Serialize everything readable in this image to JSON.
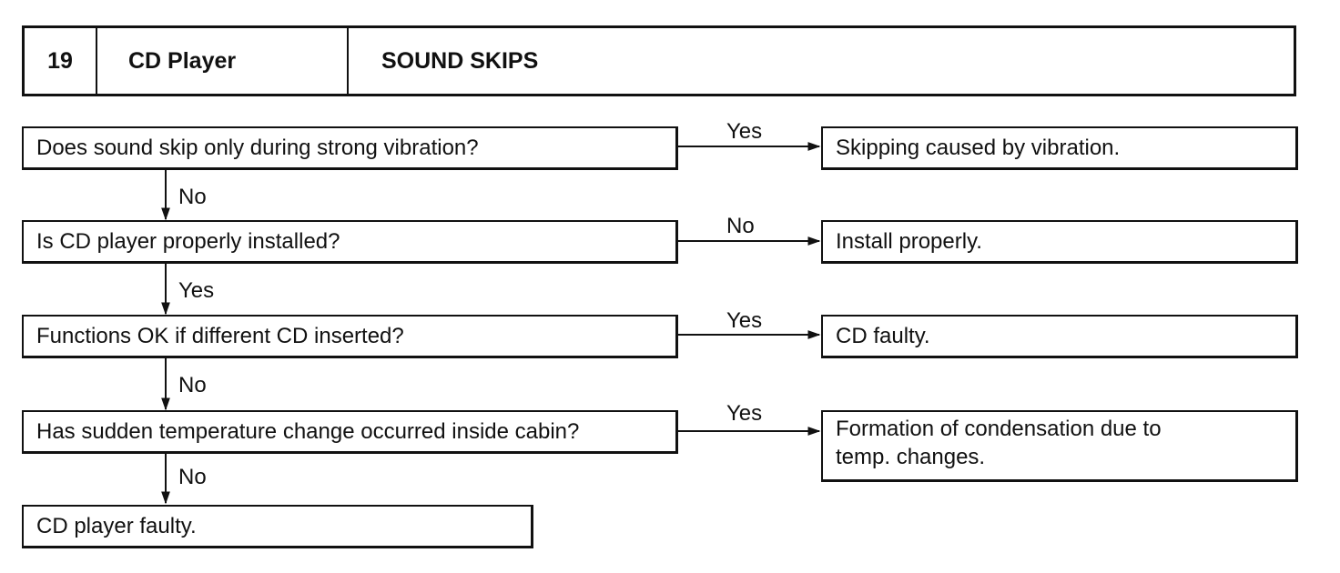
{
  "header": {
    "number": "19",
    "system": "CD Player",
    "symptom": "SOUND SKIPS"
  },
  "steps": [
    {
      "question": "Does sound skip only during strong vibration?",
      "side_answer": "Yes",
      "result": "Skipping caused by vibration.",
      "down_answer": "No"
    },
    {
      "question": "Is CD player properly installed?",
      "side_answer": "No",
      "result": "Install properly.",
      "down_answer": "Yes"
    },
    {
      "question": "Functions OK if different CD inserted?",
      "side_answer": "Yes",
      "result": "CD faulty.",
      "down_answer": "No"
    },
    {
      "question": "Has sudden temperature change occurred inside cabin?",
      "side_answer": "Yes",
      "result_line1": "Formation of condensation due to",
      "result_line2": "temp. changes.",
      "down_answer": "No"
    }
  ],
  "final_result": "CD player faulty."
}
